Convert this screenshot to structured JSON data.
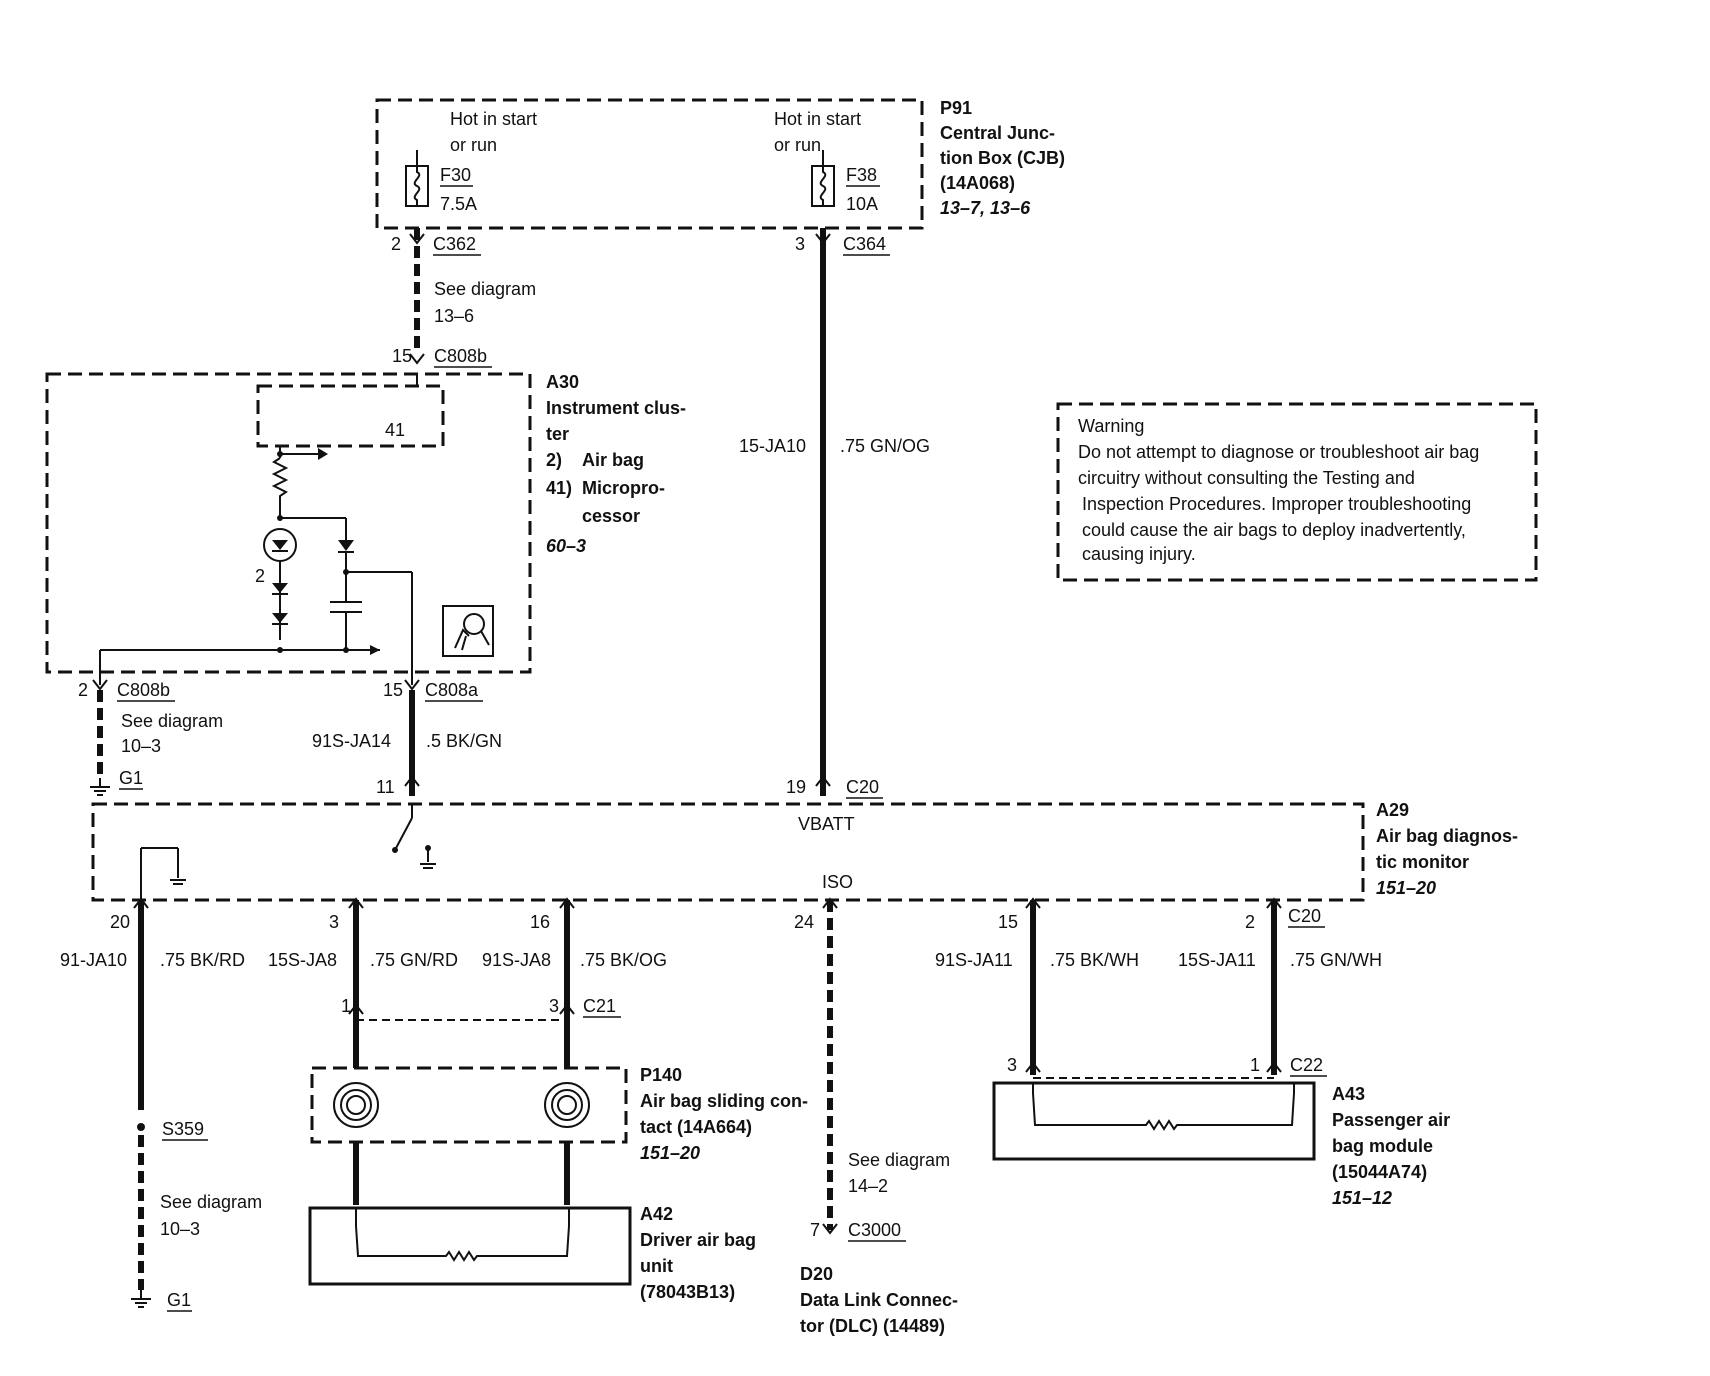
{
  "p91": {
    "id": "P91",
    "name_l1": "Central Junc-",
    "name_l2": "tion Box (CJB)",
    "part": "(14A068)",
    "ref": "13–7, 13–6",
    "hot1_l1": "Hot in start",
    "hot1_l2": "or run",
    "hot2_l1": "Hot in start",
    "hot2_l2": "or run",
    "fuse1_id": "F30",
    "fuse1_rating": "7.5A",
    "fuse2_id": "F38",
    "fuse2_rating": "10A",
    "pin_c362": "2",
    "conn_c362": "C362",
    "pin_c364": "3",
    "conn_c364": "C364"
  },
  "see_13_6": {
    "l1": "See diagram",
    "l2": "13–6"
  },
  "a30": {
    "id": "A30",
    "name_l1": "Instrument clus-",
    "name_l2": "ter",
    "item2_num": "2)",
    "item2_name": "Air bag",
    "item41_num": "41)",
    "item41_name_l1": "Micropro-",
    "item41_name_l2": "cessor",
    "ref": "60–3",
    "block_label": "41",
    "lamp_label": "2",
    "pin_top": "15",
    "conn_top": "C808b",
    "pin_left": "2",
    "conn_left": "C808b",
    "pin_right": "15",
    "conn_right": "C808a"
  },
  "vbatt_wire": {
    "circuit": "15-JA10",
    "color": ".75 GN/OG"
  },
  "warning": {
    "title": "Warning",
    "l1": "Do not attempt to diagnose or troubleshoot air bag",
    "l2": "circuitry without consulting the Testing and",
    "l3": "Inspection Procedures.  Improper troubleshooting",
    "l4": "could cause the air bags  to deploy  inadvertently,",
    "l5": "causing injury."
  },
  "ground_left": {
    "see_l1": "See diagram",
    "see_l2": "10–3",
    "ground": "G1"
  },
  "lamp_wire": {
    "circuit": "91S-JA14",
    "color": ".5 BK/GN"
  },
  "a29": {
    "id": "A29",
    "name_l1": "Air bag diagnos-",
    "name_l2": "tic monitor",
    "ref": "151–20",
    "vbatt": "VBATT",
    "iso": "ISO",
    "pin_lamp": "11",
    "pin_vbatt": "19",
    "conn_top": "C20",
    "pins": [
      "20",
      "3",
      "16",
      "24",
      "15",
      "2"
    ],
    "conn_bottom": "C20"
  },
  "bottom_wires": [
    {
      "circuit": "91-JA10",
      "color": ".75 BK/RD"
    },
    {
      "circuit": "15S-JA8",
      "color": ".75 GN/RD"
    },
    {
      "circuit": "91S-JA8",
      "color": ".75 BK/OG"
    },
    {
      "circuit": "91S-JA11",
      "color": ".75 BK/WH"
    },
    {
      "circuit": "15S-JA11",
      "color": ".75 GN/WH"
    }
  ],
  "c21": {
    "pin1": "1",
    "pin2": "3",
    "conn": "C21"
  },
  "p140": {
    "id": "P140",
    "name_l1": "Air bag sliding con-",
    "name_l2": "tact (14A664)",
    "ref": "151–20"
  },
  "a42": {
    "id": "A42",
    "name_l1": "Driver air bag",
    "name_l2": "unit",
    "part": "(78043B13)"
  },
  "s359": {
    "splice": "S359",
    "see_l1": "See diagram",
    "see_l2": "10–3",
    "ground": "G1"
  },
  "dlc": {
    "see_l1": "See diagram",
    "see_l2": "14–2",
    "pin": "7",
    "conn": "C3000",
    "id": "D20",
    "name_l1": "Data Link Connec-",
    "name_l2": "tor (DLC) (14489)"
  },
  "c22": {
    "pin1": "3",
    "pin2": "1",
    "conn": "C22"
  },
  "a43": {
    "id": "A43",
    "name_l1": "Passenger air",
    "name_l2": "bag module",
    "part": "(15044A74)",
    "ref": "151–12"
  }
}
